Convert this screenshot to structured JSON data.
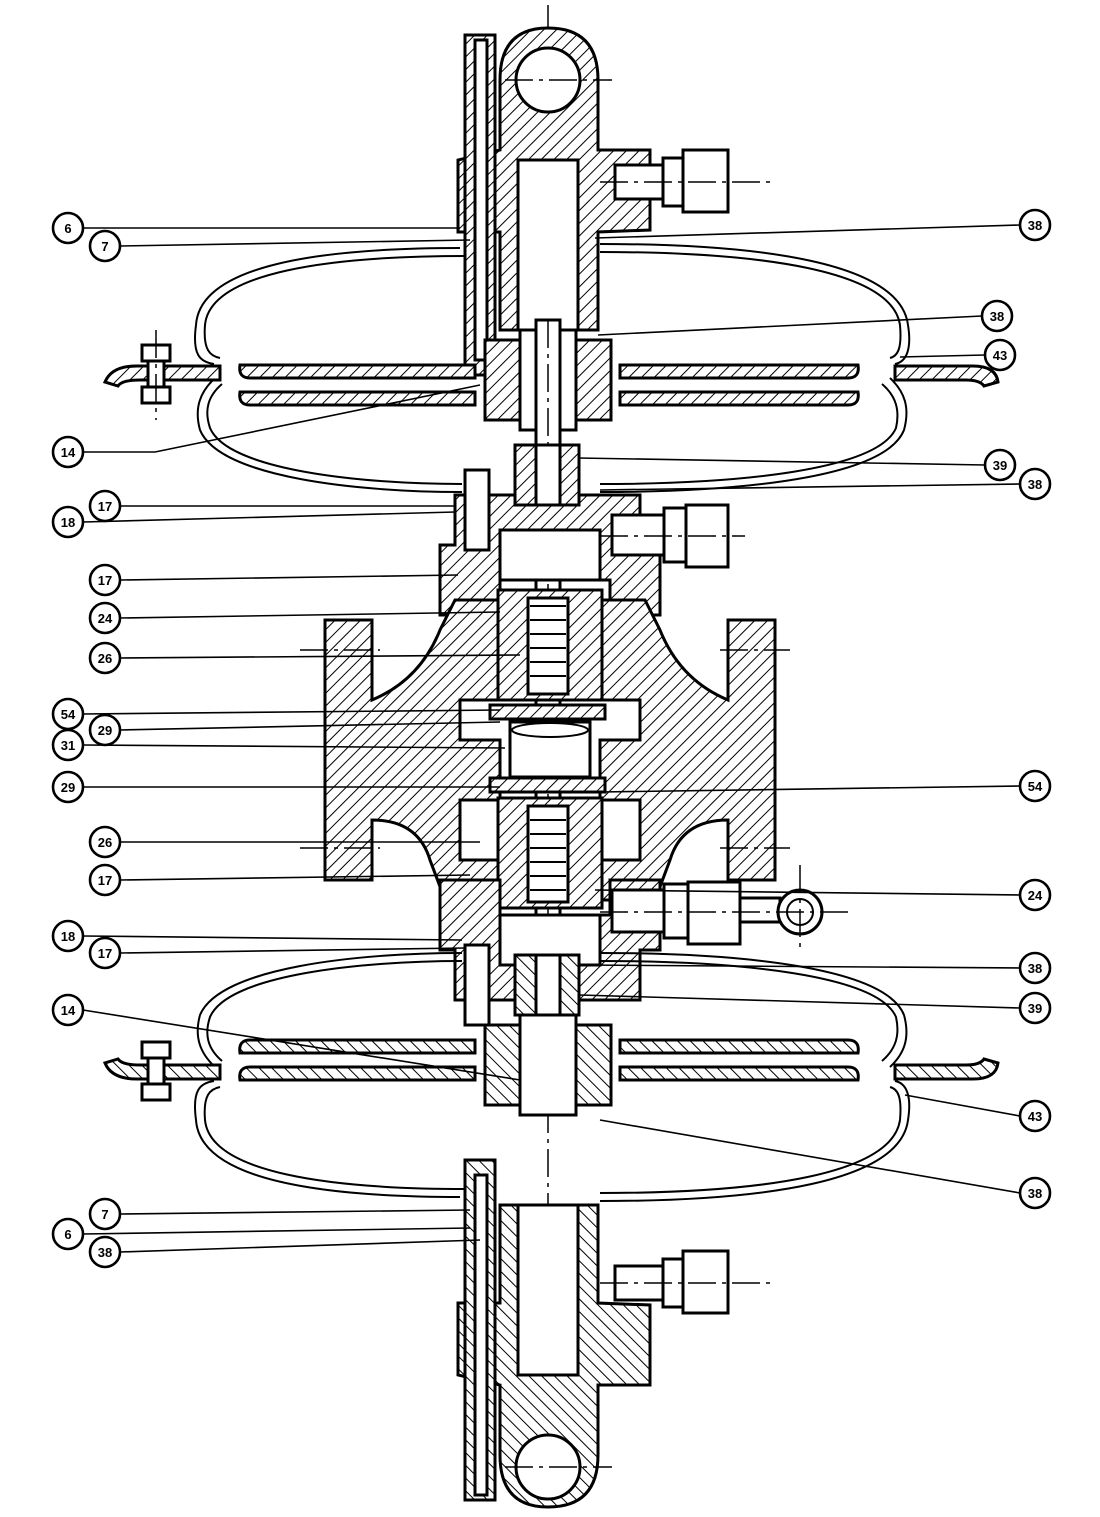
{
  "callouts": [
    {
      "label": "6"
    },
    {
      "label": "7"
    },
    {
      "label": "38"
    },
    {
      "label": "38"
    },
    {
      "label": "43"
    },
    {
      "label": "14"
    },
    {
      "label": "39"
    },
    {
      "label": "38"
    },
    {
      "label": "17"
    },
    {
      "label": "18"
    },
    {
      "label": "17"
    },
    {
      "label": "24"
    },
    {
      "label": "26"
    },
    {
      "label": "54"
    },
    {
      "label": "29"
    },
    {
      "label": "31"
    },
    {
      "label": "29"
    },
    {
      "label": "54"
    },
    {
      "label": "26"
    },
    {
      "label": "17"
    },
    {
      "label": "24"
    },
    {
      "label": "18"
    },
    {
      "label": "17"
    },
    {
      "label": "38"
    },
    {
      "label": "39"
    },
    {
      "label": "14"
    },
    {
      "label": "43"
    },
    {
      "label": "38"
    },
    {
      "label": "7"
    },
    {
      "label": "6"
    },
    {
      "label": "38"
    }
  ]
}
